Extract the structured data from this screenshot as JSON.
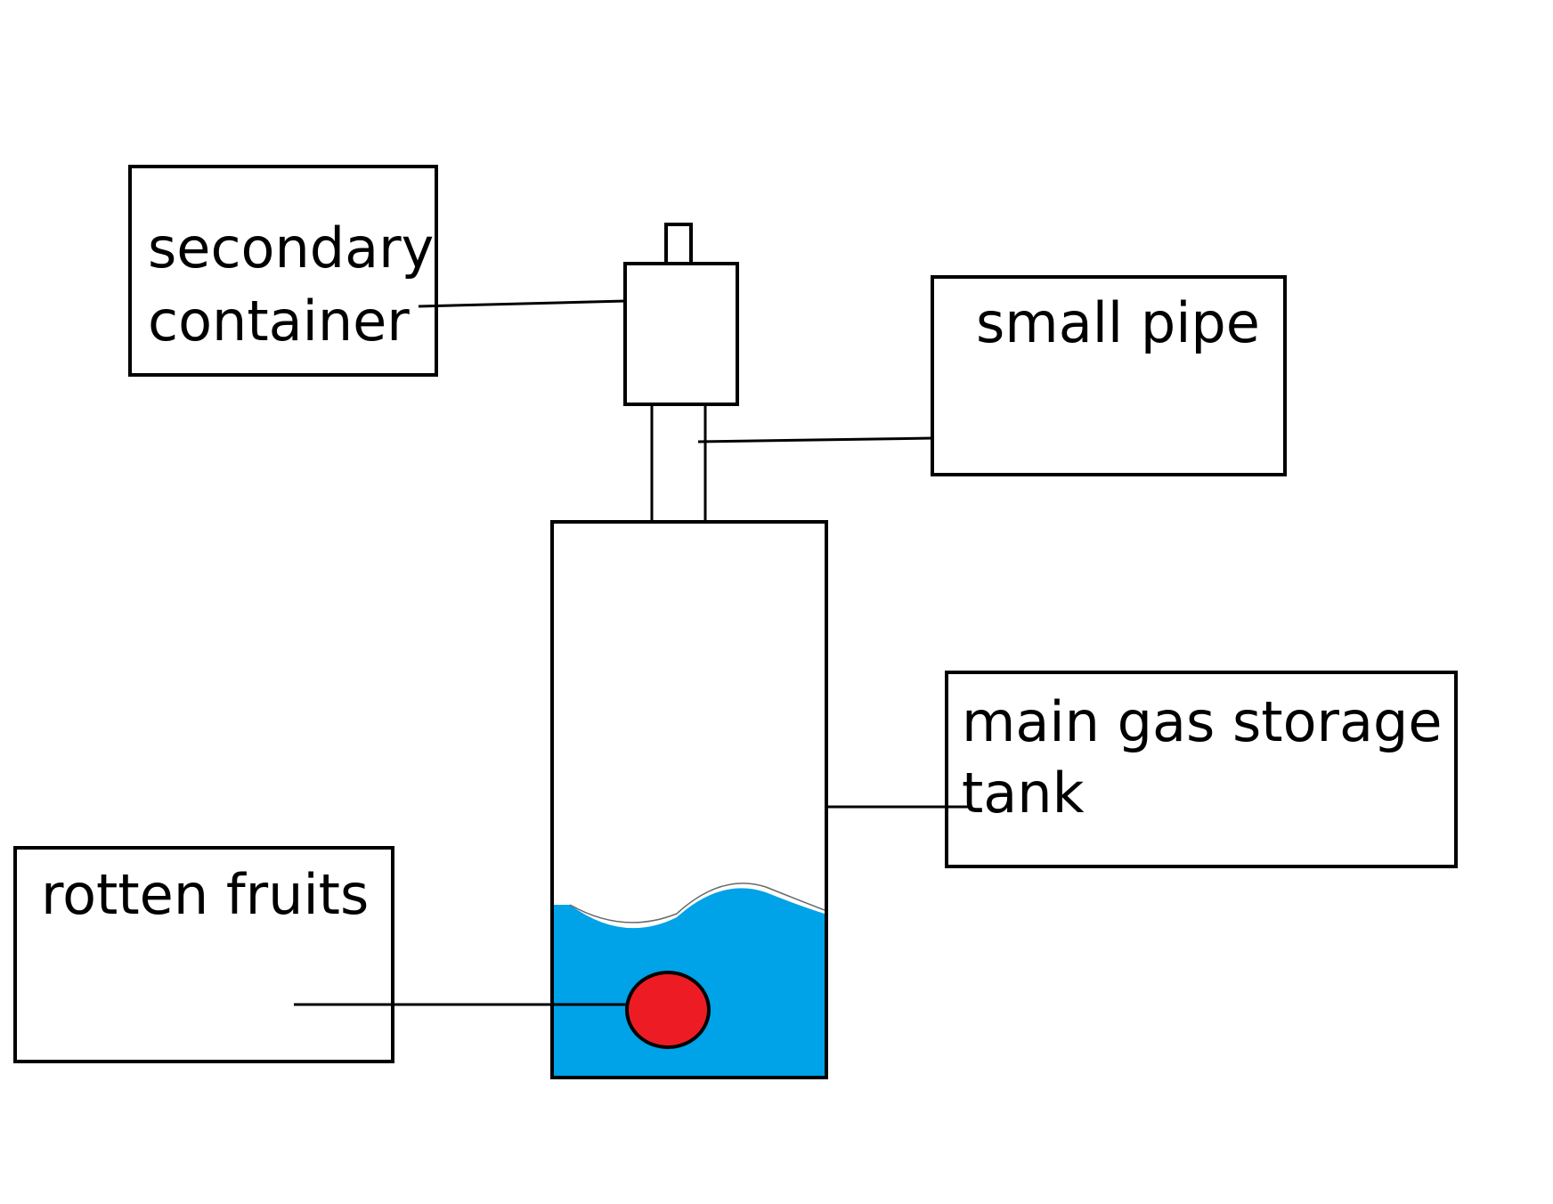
{
  "labels": {
    "secondary_container_line1": "secondary",
    "secondary_container_line2": "container",
    "small_pipe": "small pipe",
    "main_tank_line1": "main gas storage",
    "main_tank_line2": "tank",
    "rotten_fruits": "rotten fruits"
  },
  "colors": {
    "water": "#00a2e8",
    "fruit": "#ed1c24",
    "outline": "#000000",
    "background": "#ffffff"
  }
}
